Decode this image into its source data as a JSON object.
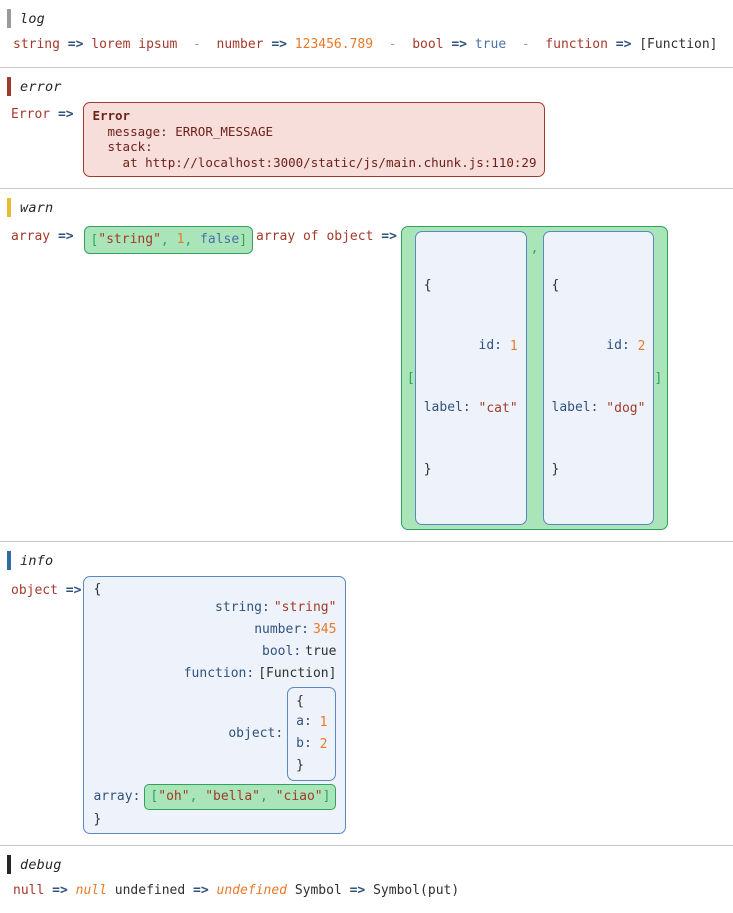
{
  "sections": [
    {
      "id": "log",
      "label": "log",
      "bar_color": "#9a9a9a",
      "entries": [
        {
          "label": "string",
          "arrow": "=>",
          "value": "lorem ipsum",
          "value_kind": "string-plain"
        },
        {
          "label": "number",
          "arrow": "=>",
          "value": "123456.789",
          "value_kind": "number"
        },
        {
          "label": "bool",
          "arrow": "=>",
          "value": "true",
          "value_kind": "bool"
        },
        {
          "label": "function",
          "arrow": "=>",
          "value": "[Function]",
          "value_kind": "function"
        }
      ],
      "separator": "-"
    },
    {
      "id": "error",
      "label": "error",
      "bar_color": "#9e3b2e",
      "entry_label": "Error",
      "entry_arrow": "=>",
      "error_box": {
        "title": "Error",
        "lines": [
          "  message: ERROR_MESSAGE",
          "  stack:",
          "    at http://localhost:3000/static/js/main.chunk.js:110:29"
        ]
      }
    },
    {
      "id": "warn",
      "label": "warn",
      "bar_color": "#e8bb33",
      "array_entry": {
        "label": "array",
        "arrow": "=>",
        "open": "[",
        "close": "]",
        "items": [
          {
            "text": "\"string\"",
            "kind": "string"
          },
          {
            "text": "1",
            "kind": "number"
          },
          {
            "text": "false",
            "kind": "bool"
          }
        ],
        "comma": ", "
      },
      "array_of_object_entry": {
        "label": "array of object",
        "arrow": "=>",
        "open": "[",
        "close": "]",
        "comma": ",",
        "objects": [
          {
            "open_brace": "{",
            "close_brace": "}",
            "fields": [
              {
                "key": "id:",
                "value": "1",
                "kind": "number"
              },
              {
                "key": "label:",
                "value": "\"cat\"",
                "kind": "string"
              }
            ]
          },
          {
            "open_brace": "{",
            "close_brace": "}",
            "fields": [
              {
                "key": "id:",
                "value": "2",
                "kind": "number"
              },
              {
                "key": "label:",
                "value": "\"dog\"",
                "kind": "string"
              }
            ]
          }
        ]
      }
    },
    {
      "id": "info",
      "label": "info",
      "bar_color": "#2e6da4",
      "object_entry": {
        "label": "object",
        "arrow": "=>",
        "open_brace": "{",
        "close_brace": "}",
        "fields": [
          {
            "key": "string:",
            "value": "\"string\"",
            "kind": "string"
          },
          {
            "key": "number:",
            "value": "345",
            "kind": "number"
          },
          {
            "key": "bool:",
            "value": "true",
            "kind": "plain"
          },
          {
            "key": "function:",
            "value": "[Function]",
            "kind": "plain"
          }
        ],
        "nested_object": {
          "key": "object:",
          "open_brace": "{",
          "close_brace": "}",
          "fields": [
            {
              "key": "a:",
              "value": "1",
              "kind": "number"
            },
            {
              "key": "b:",
              "value": "2",
              "kind": "number"
            }
          ]
        },
        "nested_array": {
          "key": "array:",
          "open": "[",
          "close": "]",
          "comma": ", ",
          "items": [
            {
              "text": "\"oh\"",
              "kind": "string"
            },
            {
              "text": "\"bella\"",
              "kind": "string"
            },
            {
              "text": "\"ciao\"",
              "kind": "string"
            }
          ]
        }
      }
    },
    {
      "id": "debug",
      "label": "debug",
      "bar_color": "#262626",
      "entries": [
        {
          "label": "null",
          "arrow": "=>",
          "value": "null",
          "value_kind": "italic-orange"
        },
        {
          "label": "undefined",
          "arrow": "=>",
          "value": "undefined",
          "value_kind": "italic-orange"
        },
        {
          "label": "Symbol",
          "arrow": "=>",
          "value": "Symbol(put)",
          "value_kind": "dark"
        }
      ]
    }
  ],
  "colors": {
    "label": "#a33a2a",
    "arrow": "#31527d",
    "number": "#e8792a",
    "string": "#a33a2a",
    "bool": "#4b6fa8",
    "key": "#31527d",
    "error_bg": "#f7dedb",
    "error_border": "#9e3b2e",
    "array_bg": "#a9e5b9",
    "array_border": "#2fa35a",
    "object_bg": "#eef3fb",
    "object_border": "#5b87c4",
    "divider": "#c8c8c8"
  }
}
